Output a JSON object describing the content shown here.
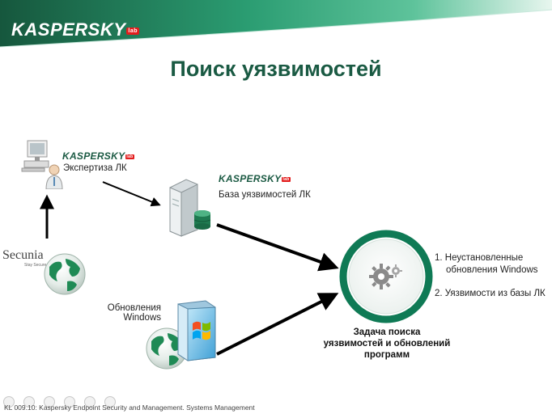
{
  "header": {
    "logo": "KASPERSKY",
    "logo_badge": "lab"
  },
  "slide": {
    "title": "Поиск уязвимостей"
  },
  "nodes": {
    "expertise": {
      "logo": "KASPERSKY",
      "label": "Экспертиза ЛК"
    },
    "database": {
      "logo": "KASPERSKY",
      "label": "База уязвимостей ЛК"
    },
    "secunia": {
      "name": "Secunia",
      "tagline": "Stay Secure"
    },
    "windows_updates": {
      "line1": "Обновления",
      "line2": "Windows"
    },
    "task": {
      "line1": "Задача поиска",
      "line2": "уязвимостей и обновлений",
      "line3": "программ"
    }
  },
  "results": [
    {
      "line1": "1. Неустановленные",
      "line2": "обновления Windows"
    },
    {
      "line1": "2. Уязвимости из базы ЛК"
    }
  ],
  "footer": {
    "text": "KL 009.10: Kaspersky Endpoint Security and Management. Systems Management"
  },
  "colors": {
    "brand_green": "#1b5a43",
    "ring_green": "#0f7a55",
    "header_green_dark": "#175a3f",
    "header_green_light": "#2ea277"
  }
}
